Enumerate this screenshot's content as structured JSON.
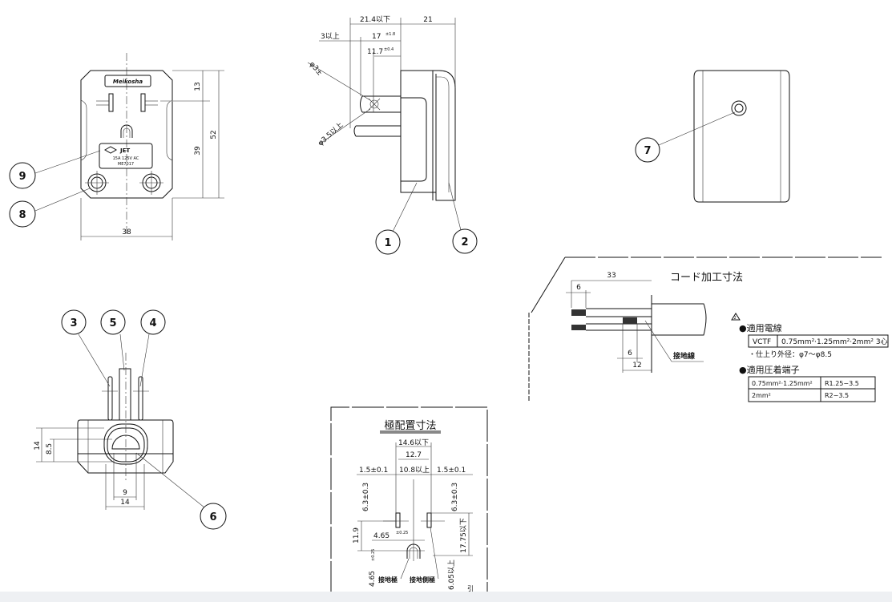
{
  "front_view": {
    "logo_text": "Meikosha",
    "label_lines": [
      "JET",
      "15A 125V AC",
      "ME7017"
    ],
    "dims": {
      "top": "13",
      "lower": "39",
      "height": "52",
      "width": "38"
    },
    "callouts": [
      "9",
      "8"
    ]
  },
  "side_view": {
    "dims": {
      "total": "21.4以下",
      "body": "21",
      "min": "3以上",
      "pin": "17",
      "pin_tol": "±1.8",
      "hole_pos": "11.7",
      "hole_tol": "±0.4",
      "hole_dia": "φ3±",
      "head_dia": "φ3.5以上"
    },
    "callouts": [
      "1",
      "2"
    ]
  },
  "rear_view": {
    "callouts": [
      "7"
    ]
  },
  "bottom_view": {
    "dims": {
      "h1": "14",
      "h2": "8.5",
      "w1": "9",
      "w2": "14"
    },
    "callouts": [
      "3",
      "5",
      "4",
      "6"
    ]
  },
  "cord": {
    "title": "コード加工寸法",
    "dims": {
      "total": "33",
      "strip": "6",
      "ground_strip": "6",
      "ground_len": "12"
    },
    "ground_label": "接地線",
    "revision_mark": "2",
    "wire_heading": "●適用電線",
    "wire_table": [
      [
        "VCTF",
        "0.75mm²·1.25mm²·2mm²  3心"
      ]
    ],
    "wire_note": "・仕上り外径：φ7〜φ8.5",
    "terminal_heading": "●適用圧着端子",
    "terminal_table": [
      [
        "0.75mm²·1.25mm²",
        "R1.25−3.5"
      ],
      [
        "2mm²",
        "R2−3.5"
      ]
    ]
  },
  "pole_layout": {
    "title": "極配置寸法",
    "dims": {
      "max_width": "14.6以下",
      "pitch": "12.7",
      "gap": "10.8以上",
      "blade_left": "1.5±0.1",
      "blade_right": "1.5±0.1",
      "blade_len_l": "6.3±0.3",
      "blade_len_r": "6.3±0.3",
      "ground_offset": "11.9",
      "ground_pos": "4.65",
      "ground_pos_tol": "±0.25",
      "ground_len": "4.65",
      "ground_len_tol": "±0.25",
      "ground_max": "17.75以下",
      "ground_min": "6.05以上"
    },
    "ground_pole": "接地極",
    "ground_side_pole": "接地側極",
    "page_mark": "引"
  }
}
